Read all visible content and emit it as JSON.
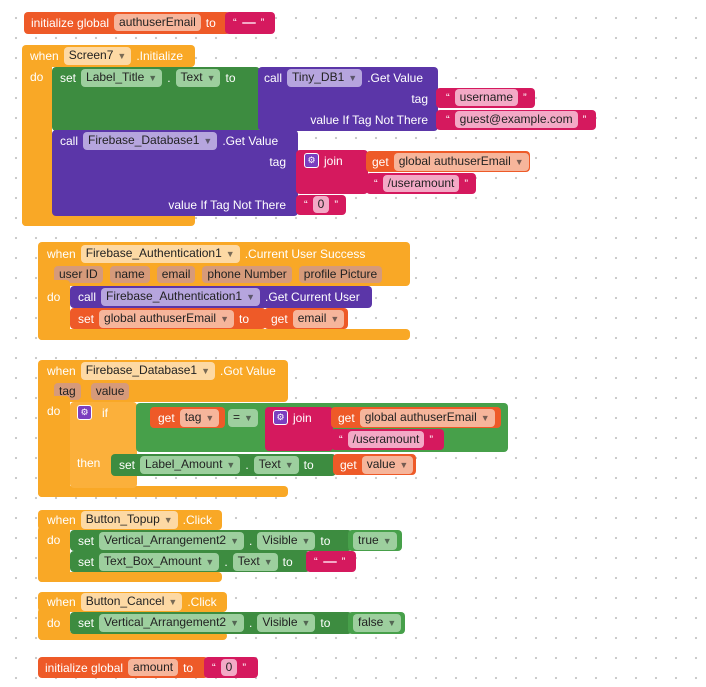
{
  "init_email": {
    "kw": "initialize global",
    "name": "authuserEmail",
    "to": "to",
    "value": ""
  },
  "screen_init": {
    "when": "when",
    "component": "Screen7",
    "event": ".Initialize",
    "do": "do",
    "set1": {
      "set": "set",
      "component": "Label_Title",
      "dot": ".",
      "prop": "Text",
      "to": "to"
    },
    "tinydb": {
      "call": "call",
      "component": "Tiny_DB1",
      "method": ".Get Value",
      "tag_label": "tag",
      "tag": "username",
      "default_label": "value If Tag Not There",
      "default": "guest@example.com"
    },
    "firebase": {
      "call": "call",
      "component": "Firebase_Database1",
      "method": ".Get Value",
      "tag_label": "tag",
      "join": "join",
      "get": "get",
      "var": "global authuserEmail",
      "suffix": "/useramount",
      "default_label": "value If Tag Not There",
      "default": "0"
    }
  },
  "auth_success": {
    "when": "when",
    "component": "Firebase_Authentication1",
    "event": ".Current User Success",
    "params": [
      "user ID",
      "name",
      "email",
      "phone Number",
      "profile Picture"
    ],
    "do": "do",
    "call": {
      "call": "call",
      "component": "Firebase_Authentication1",
      "method": ".Get Current User"
    },
    "set": {
      "set": "set",
      "var": "global authuserEmail",
      "to": "to",
      "get": "get",
      "value": "email"
    }
  },
  "got_value": {
    "when": "when",
    "component": "Firebase_Database1",
    "event": ".Got Value",
    "params": [
      "tag",
      "value"
    ],
    "do": "do",
    "if": "if",
    "then": "then",
    "get": "get",
    "tag": "tag",
    "op": "=",
    "join": "join",
    "var": "global authuserEmail",
    "suffix": "/useramount",
    "set": {
      "set": "set",
      "component": "Label_Amount",
      "dot": ".",
      "prop": "Text",
      "to": "to",
      "get": "get",
      "value": "value"
    }
  },
  "topup": {
    "when": "when",
    "component": "Button_Topup",
    "event": ".Click",
    "do": "do",
    "set1": {
      "set": "set",
      "component": "Vertical_Arrangement2",
      "dot": ".",
      "prop": "Visible",
      "to": "to",
      "value": "true"
    },
    "set2": {
      "set": "set",
      "component": "Text_Box_Amount",
      "dot": ".",
      "prop": "Text",
      "to": "to",
      "value": ""
    }
  },
  "cancel": {
    "when": "when",
    "component": "Button_Cancel",
    "event": ".Click",
    "do": "do",
    "set1": {
      "set": "set",
      "component": "Vertical_Arrangement2",
      "dot": ".",
      "prop": "Visible",
      "to": "to",
      "value": "false"
    }
  },
  "init_amount": {
    "kw": "initialize global",
    "name": "amount",
    "to": "to",
    "value": "0"
  }
}
